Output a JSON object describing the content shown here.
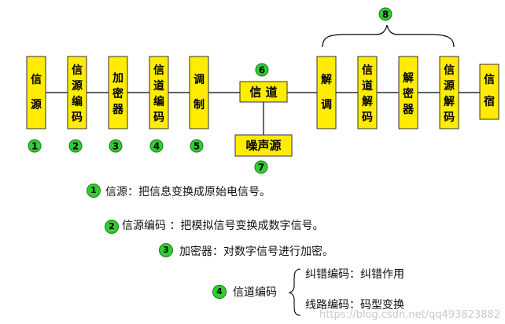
{
  "blocks": {
    "source": [
      "信",
      "源"
    ],
    "source_coding": [
      "信",
      "源",
      "编",
      "码"
    ],
    "encryption": [
      "加",
      "密",
      "器"
    ],
    "channel_coding": [
      "信",
      "道",
      "编",
      "码"
    ],
    "modulation": [
      "调",
      "制"
    ],
    "channel": "信 道",
    "noise": "噪声源",
    "demodulation": [
      "解",
      "调"
    ],
    "channel_decoding": [
      "信",
      "道",
      "解",
      "码"
    ],
    "decryption": [
      "解",
      "密",
      "器"
    ],
    "source_decoding": [
      "信",
      "源",
      "解",
      "码"
    ],
    "sink": [
      "信",
      "宿"
    ]
  },
  "markers": {
    "m1": "1",
    "m2": "2",
    "m3": "3",
    "m4": "4",
    "m5": "5",
    "m6": "6",
    "m7": "7",
    "m8": "8"
  },
  "descriptions": {
    "d1": "信源：把信息变换成原始电信号。",
    "d2": "信源编码 ：把模拟信号变换成数字信号。",
    "d3": "加密器：对数字信号进行加密。",
    "d4": "信道编码",
    "d4a": "纠错编码：纠错作用",
    "d4b": "线路编码：码型变换"
  },
  "watermark": "https://blog.csdn.net/qq493823882"
}
